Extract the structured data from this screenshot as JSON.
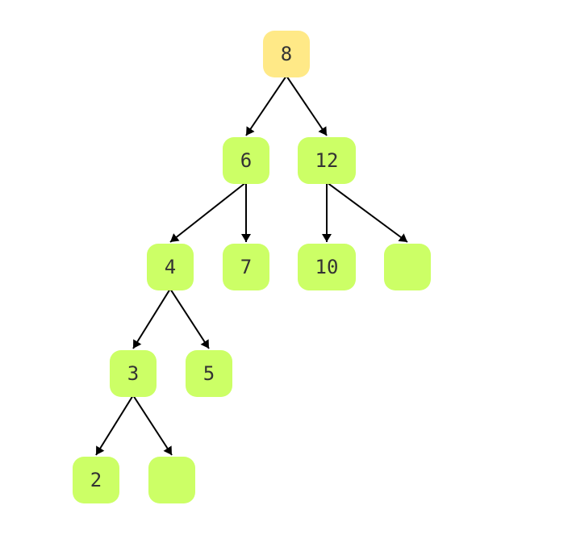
{
  "diagram": {
    "type": "binary-tree",
    "colors": {
      "root_fill": "#FFE987",
      "node_fill": "#CCFF66",
      "edge": "#000000",
      "label": "#333333"
    },
    "nodes": [
      {
        "id": "n8",
        "label": "8",
        "role": "root"
      },
      {
        "id": "n6",
        "label": "6",
        "role": "node"
      },
      {
        "id": "n12",
        "label": "12",
        "role": "node"
      },
      {
        "id": "n4",
        "label": "4",
        "role": "node"
      },
      {
        "id": "n7",
        "label": "7",
        "role": "node"
      },
      {
        "id": "n10",
        "label": "10",
        "role": "node"
      },
      {
        "id": "nE1",
        "label": "",
        "role": "node"
      },
      {
        "id": "n3",
        "label": "3",
        "role": "node"
      },
      {
        "id": "n5",
        "label": "5",
        "role": "node"
      },
      {
        "id": "n2",
        "label": "2",
        "role": "node"
      },
      {
        "id": "nE2",
        "label": "",
        "role": "node"
      }
    ],
    "edges": [
      {
        "from": "n8",
        "to": "n6"
      },
      {
        "from": "n8",
        "to": "n12"
      },
      {
        "from": "n6",
        "to": "n4"
      },
      {
        "from": "n6",
        "to": "n7"
      },
      {
        "from": "n12",
        "to": "n10"
      },
      {
        "from": "n12",
        "to": "nE1"
      },
      {
        "from": "n4",
        "to": "n3"
      },
      {
        "from": "n4",
        "to": "n5"
      },
      {
        "from": "n3",
        "to": "n2"
      },
      {
        "from": "n3",
        "to": "nE2"
      }
    ]
  }
}
